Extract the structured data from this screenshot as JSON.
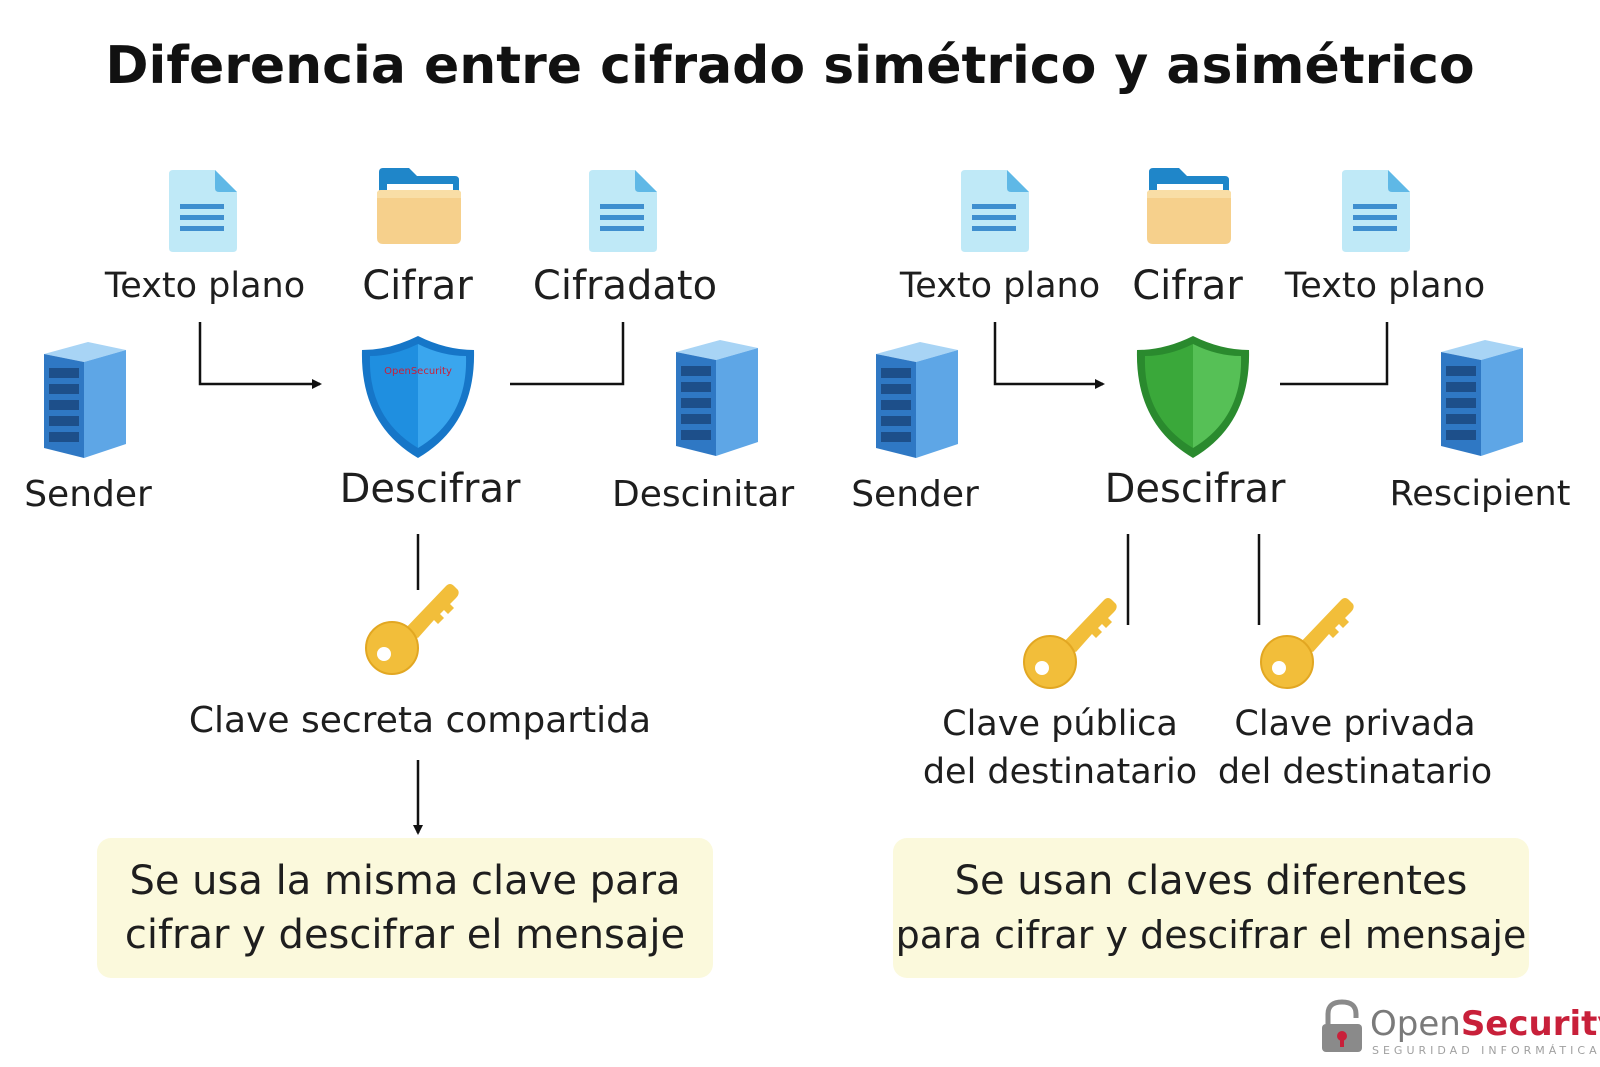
{
  "title": "Diferencia entre cifrado simétrico y asimétrico",
  "symmetric": {
    "plaintext_label": "Texto plano",
    "encrypt_label": "Cifrar",
    "ciphertext_label": "Cifradato",
    "sender_label": "Sender",
    "decrypt_label": "Descifrar",
    "receiver_label": "Descinitar",
    "key_label": "Clave secreta compartida",
    "summary_line1": "Se usa la misma clave para",
    "summary_line2": "cifrar y descifrar el mensaje",
    "shield_text": "OpenSecurity",
    "shield_color": "#1f8fe0"
  },
  "asymmetric": {
    "plaintext_label": "Texto plano",
    "encrypt_label": "Cifrar",
    "output_label": "Texto plano",
    "sender_label": "Sender",
    "decrypt_label": "Descifrar",
    "receiver_label": "Rescipient",
    "public_key_line1": "Clave pública",
    "public_key_line2": "del destinatario",
    "private_key_line1": "Clave privada",
    "private_key_line2": "del destinatario",
    "summary_line1": "Se usan claves diferentes",
    "summary_line2": "para cifrar y descifrar el mensaje",
    "shield_color": "#3aa83a"
  },
  "brand": {
    "name_part1": "Open",
    "name_part2": "Security",
    "tagline": "SEGURIDAD INFORMÁTICA"
  },
  "icons": [
    "document-icon",
    "folder-icon",
    "server-icon",
    "shield-icon",
    "key-icon",
    "opensecurity-logo-icon"
  ]
}
